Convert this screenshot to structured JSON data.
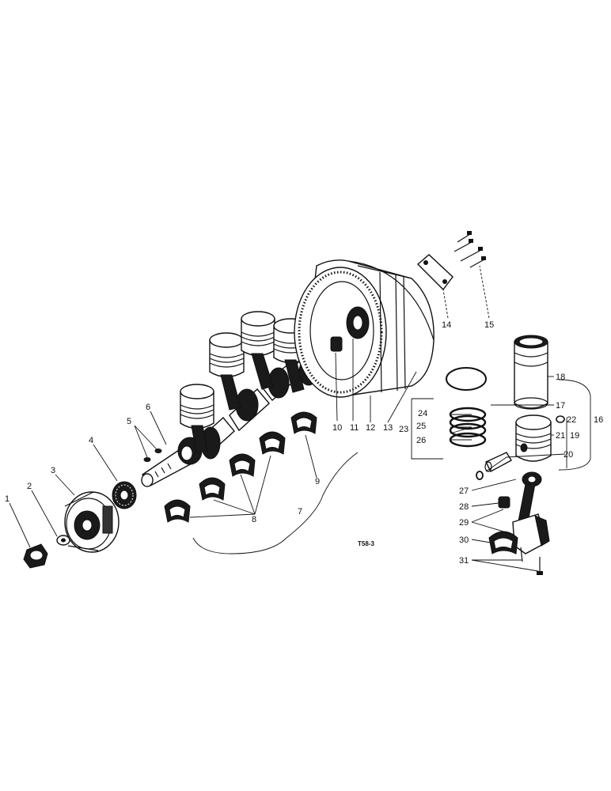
{
  "figure_code": "T58-3",
  "callouts": [
    "1",
    "2",
    "3",
    "4",
    "5",
    "6",
    "7",
    "8",
    "9",
    "10",
    "11",
    "12",
    "13",
    "14",
    "15",
    "16",
    "17",
    "18",
    "19",
    "20",
    "21",
    "22",
    "23",
    "24",
    "25",
    "26",
    "27",
    "28",
    "29",
    "30",
    "31"
  ]
}
